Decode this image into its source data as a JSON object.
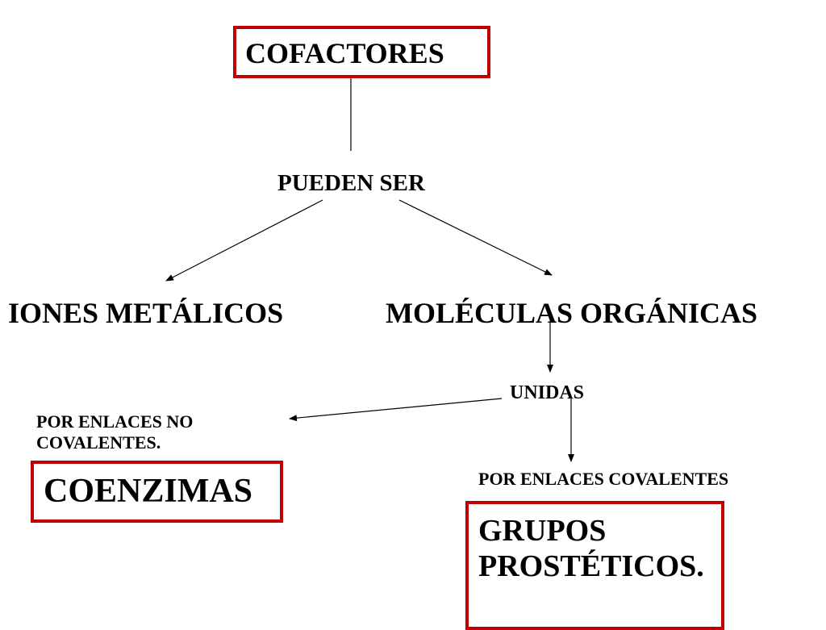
{
  "diagram": {
    "root": "COFACTORES",
    "connector_label": "PUEDEN SER",
    "branch_left": "IONES METÁLICOS",
    "branch_right": "MOLÉCULAS ORGÁNICAS",
    "joined_label": "UNIDAS",
    "non_covalent_line1": "POR ENLACES NO",
    "non_covalent_line2": "COVALENTES.",
    "covalent_label": "POR ENLACES COVALENTES",
    "coenzymes": "COENZIMAS",
    "prosthetic_line1": "GRUPOS",
    "prosthetic_line2": "PROSTÉTICOS."
  },
  "colors": {
    "box_border": "#c00000",
    "text": "#000000",
    "background": "#ffffff"
  }
}
